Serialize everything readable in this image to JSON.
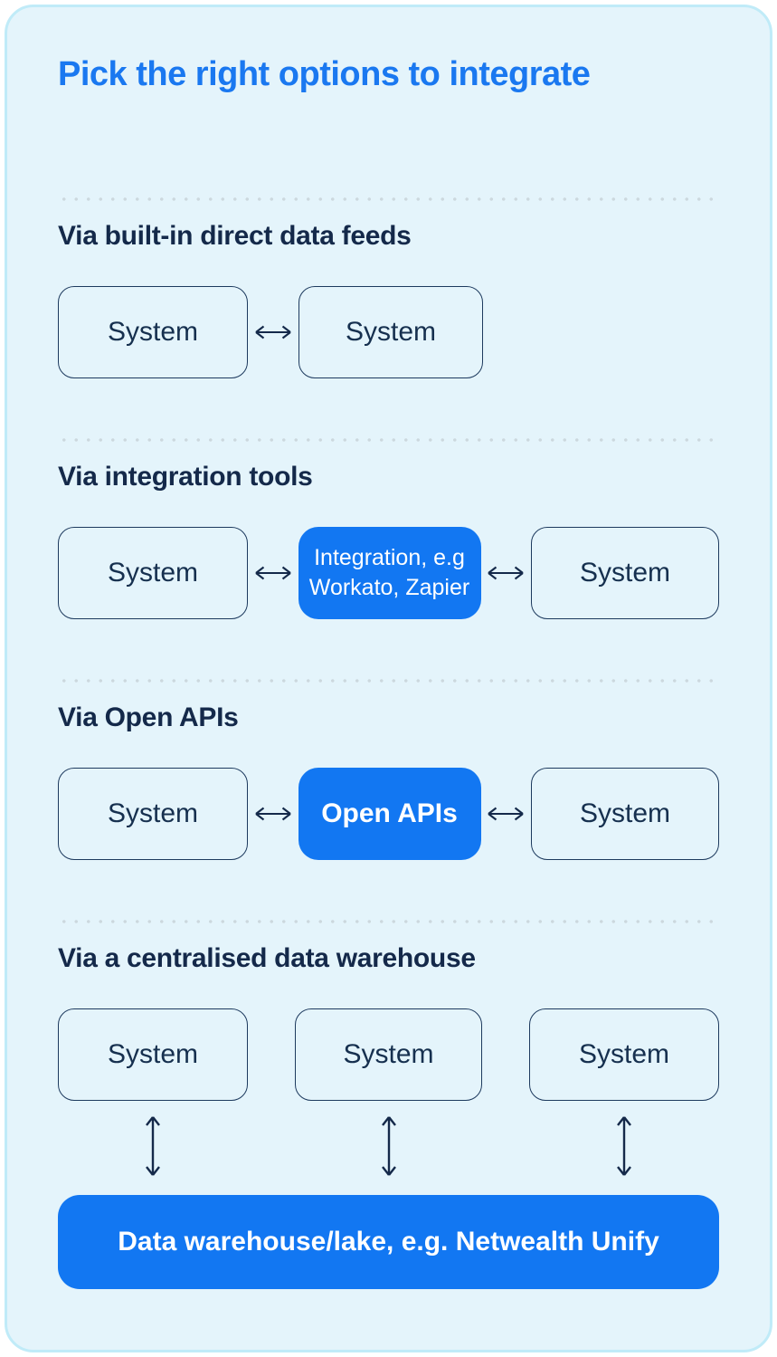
{
  "page": {
    "title": "Pick the right options to integrate"
  },
  "colors": {
    "title_blue": "#1a78f0",
    "accent_blue": "#1277f2",
    "navy_text": "#14294a",
    "box_border_navy": "#1d3a5e",
    "card_background": "#e4f4fb",
    "card_border": "#c0ebf8",
    "separator_dot_gray": "#ccd8de",
    "white_text": "#ffffff"
  },
  "icons": {
    "left_right_arrow": "↔",
    "up_down_arrow": "↕"
  },
  "sections": [
    {
      "heading": "Via built-in direct data feeds",
      "boxes": [
        {
          "label": "System"
        },
        {
          "label": "System"
        }
      ]
    },
    {
      "heading": "Via integration tools",
      "boxes": [
        {
          "label": "System"
        },
        {
          "lines": [
            "Integration, e.g",
            "Workato, Zapier"
          ]
        },
        {
          "label": "System"
        }
      ]
    },
    {
      "heading": "Via Open APIs",
      "boxes": [
        {
          "label": "System"
        },
        {
          "label": "Open APIs"
        },
        {
          "label": "System"
        }
      ]
    },
    {
      "heading": "Via a centralised data warehouse",
      "boxes": [
        {
          "label": "System"
        },
        {
          "label": "System"
        },
        {
          "label": "System"
        }
      ],
      "warehouse_label": "Data warehouse/lake, e.g. Netwealth Unify"
    }
  ]
}
